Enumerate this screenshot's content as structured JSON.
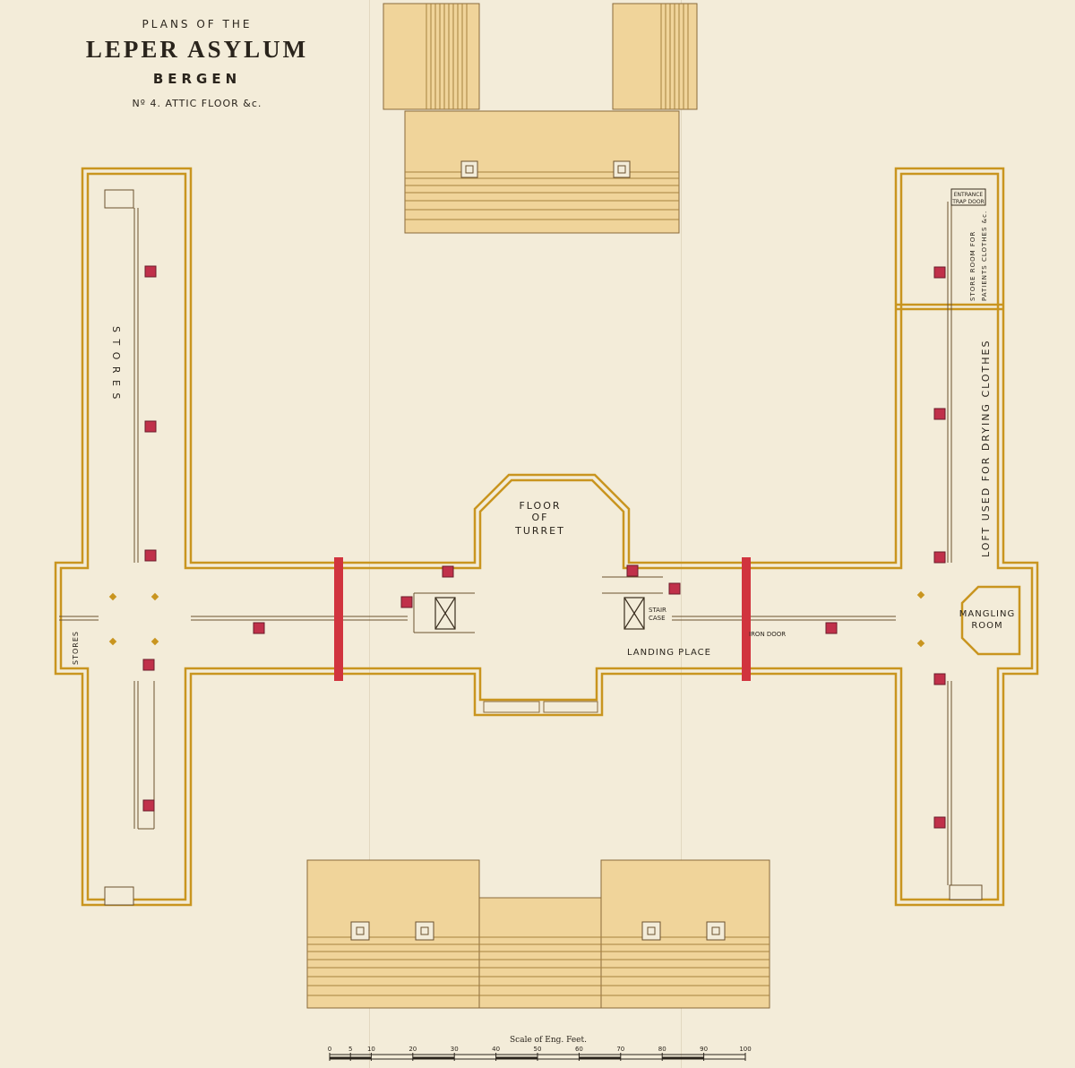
{
  "title": {
    "line1": "PLANS OF THE",
    "line2": "LEPER ASYLUM",
    "line3": "BERGEN",
    "line4": "Nº 4. ATTIC FLOOR &c."
  },
  "rooms": {
    "stores_left_wing": "S T O R E S",
    "stores_cross_end": "STORES",
    "turret": [
      "FLOOR",
      "OF",
      "TURRET"
    ],
    "stair": [
      "STAIR",
      "CASE"
    ],
    "iron_door": "IRON DOOR",
    "landing": "LANDING PLACE",
    "mangling": [
      "MANGLING",
      "ROOM"
    ],
    "drying_loft": "LOFT USED FOR DRYING CLOTHES",
    "store_room_a": "STORE ROOM FOR",
    "store_room_b": "PATIENTS CLOTHES &c.",
    "trap_a": "ENTRANCE",
    "trap_b": "TRAP DOOR"
  },
  "scale": {
    "title": "Scale of Eng. Feet.",
    "ticks": [
      "0",
      "5",
      "10",
      "20",
      "30",
      "40",
      "50",
      "60",
      "70",
      "80",
      "90",
      "100"
    ]
  },
  "colors": {
    "wall": "#c9951f",
    "chimney": "#c0304a",
    "door": "#d1343e",
    "roof": "#f0d49a",
    "paper": "#f3ecd9",
    "ink": "#2a241c"
  }
}
